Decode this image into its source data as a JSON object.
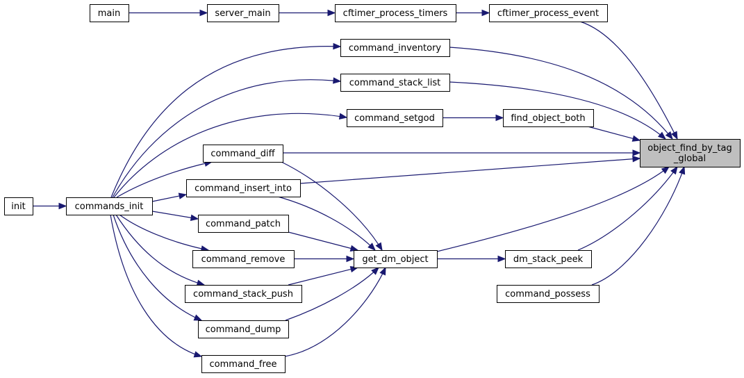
{
  "graph": {
    "edge_color": "#191970",
    "highlight_color": "#bfbfbf",
    "nodes": [
      {
        "id": "main",
        "label": "main"
      },
      {
        "id": "server_main",
        "label": "server_main"
      },
      {
        "id": "cftimer_process_timers",
        "label": "cftimer_process_timers"
      },
      {
        "id": "cftimer_process_event",
        "label": "cftimer_process_event"
      },
      {
        "id": "command_inventory",
        "label": "command_inventory"
      },
      {
        "id": "command_stack_list",
        "label": "command_stack_list"
      },
      {
        "id": "command_setgod",
        "label": "command_setgod"
      },
      {
        "id": "find_object_both",
        "label": "find_object_both"
      },
      {
        "id": "object_find_by_tag_global",
        "label": "object_find_by_tag",
        "label2": "_global",
        "highlight": true
      },
      {
        "id": "command_diff",
        "label": "command_diff"
      },
      {
        "id": "command_insert_into",
        "label": "command_insert_into"
      },
      {
        "id": "init",
        "label": "init"
      },
      {
        "id": "commands_init",
        "label": "commands_init"
      },
      {
        "id": "command_patch",
        "label": "command_patch"
      },
      {
        "id": "command_remove",
        "label": "command_remove"
      },
      {
        "id": "get_dm_object",
        "label": "get_dm_object"
      },
      {
        "id": "dm_stack_peek",
        "label": "dm_stack_peek"
      },
      {
        "id": "command_stack_push",
        "label": "command_stack_push"
      },
      {
        "id": "command_possess",
        "label": "command_possess"
      },
      {
        "id": "command_dump",
        "label": "command_dump"
      },
      {
        "id": "command_free",
        "label": "command_free"
      }
    ],
    "edges": [
      {
        "from": "main",
        "to": "server_main"
      },
      {
        "from": "server_main",
        "to": "cftimer_process_timers"
      },
      {
        "from": "cftimer_process_timers",
        "to": "cftimer_process_event"
      },
      {
        "from": "cftimer_process_event",
        "to": "object_find_by_tag_global"
      },
      {
        "from": "command_inventory",
        "to": "object_find_by_tag_global"
      },
      {
        "from": "command_stack_list",
        "to": "object_find_by_tag_global"
      },
      {
        "from": "find_object_both",
        "to": "object_find_by_tag_global"
      },
      {
        "from": "command_diff",
        "to": "object_find_by_tag_global"
      },
      {
        "from": "command_insert_into",
        "to": "object_find_by_tag_global"
      },
      {
        "from": "get_dm_object",
        "to": "object_find_by_tag_global"
      },
      {
        "from": "dm_stack_peek",
        "to": "object_find_by_tag_global"
      },
      {
        "from": "command_possess",
        "to": "object_find_by_tag_global"
      },
      {
        "from": "command_setgod",
        "to": "find_object_both"
      },
      {
        "from": "init",
        "to": "commands_init"
      },
      {
        "from": "commands_init",
        "to": "command_inventory"
      },
      {
        "from": "commands_init",
        "to": "command_stack_list"
      },
      {
        "from": "commands_init",
        "to": "command_setgod"
      },
      {
        "from": "commands_init",
        "to": "command_diff"
      },
      {
        "from": "commands_init",
        "to": "command_insert_into"
      },
      {
        "from": "commands_init",
        "to": "command_patch"
      },
      {
        "from": "commands_init",
        "to": "command_remove"
      },
      {
        "from": "commands_init",
        "to": "command_stack_push"
      },
      {
        "from": "commands_init",
        "to": "command_dump"
      },
      {
        "from": "commands_init",
        "to": "command_free"
      },
      {
        "from": "command_diff",
        "to": "get_dm_object"
      },
      {
        "from": "command_insert_into",
        "to": "get_dm_object"
      },
      {
        "from": "command_patch",
        "to": "get_dm_object"
      },
      {
        "from": "command_remove",
        "to": "get_dm_object"
      },
      {
        "from": "command_stack_push",
        "to": "get_dm_object"
      },
      {
        "from": "command_dump",
        "to": "get_dm_object"
      },
      {
        "from": "command_free",
        "to": "get_dm_object"
      },
      {
        "from": "get_dm_object",
        "to": "dm_stack_peek"
      }
    ]
  }
}
